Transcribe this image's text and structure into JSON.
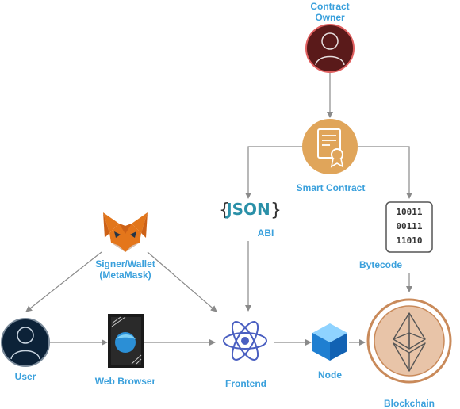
{
  "nodes": {
    "contract_owner": {
      "label_line1": "Contract",
      "label_line2": "Owner"
    },
    "smart_contract": {
      "label": "Smart Contract"
    },
    "abi": {
      "label": "ABI",
      "logo_text": "JSON",
      "brace_open": "{",
      "brace_close": "}"
    },
    "bytecode": {
      "label": "Bytecode",
      "rows": [
        "10011",
        "00111",
        "11010"
      ]
    },
    "signer_wallet": {
      "label_line1": "Signer/Wallet",
      "label_line2": "(MetaMask)"
    },
    "user": {
      "label": "User"
    },
    "web_browser": {
      "label": "Web Browser"
    },
    "frontend": {
      "label": "Frontend"
    },
    "node": {
      "label": "Node"
    },
    "blockchain": {
      "label": "Blockchain"
    }
  },
  "colors": {
    "label": "#3aa0dc",
    "owner_fill": "#5a1a1a",
    "owner_stroke": "#e06060",
    "contract_fill": "#e0a55a",
    "user_fill": "#0c2238",
    "user_stroke": "#7a8a9a",
    "react": "#4a5fc1",
    "eth_fill": "#e8c4a8",
    "eth_stroke": "#c98a5a",
    "json": "#2a90a8",
    "arrow": "#8a8a8a"
  }
}
